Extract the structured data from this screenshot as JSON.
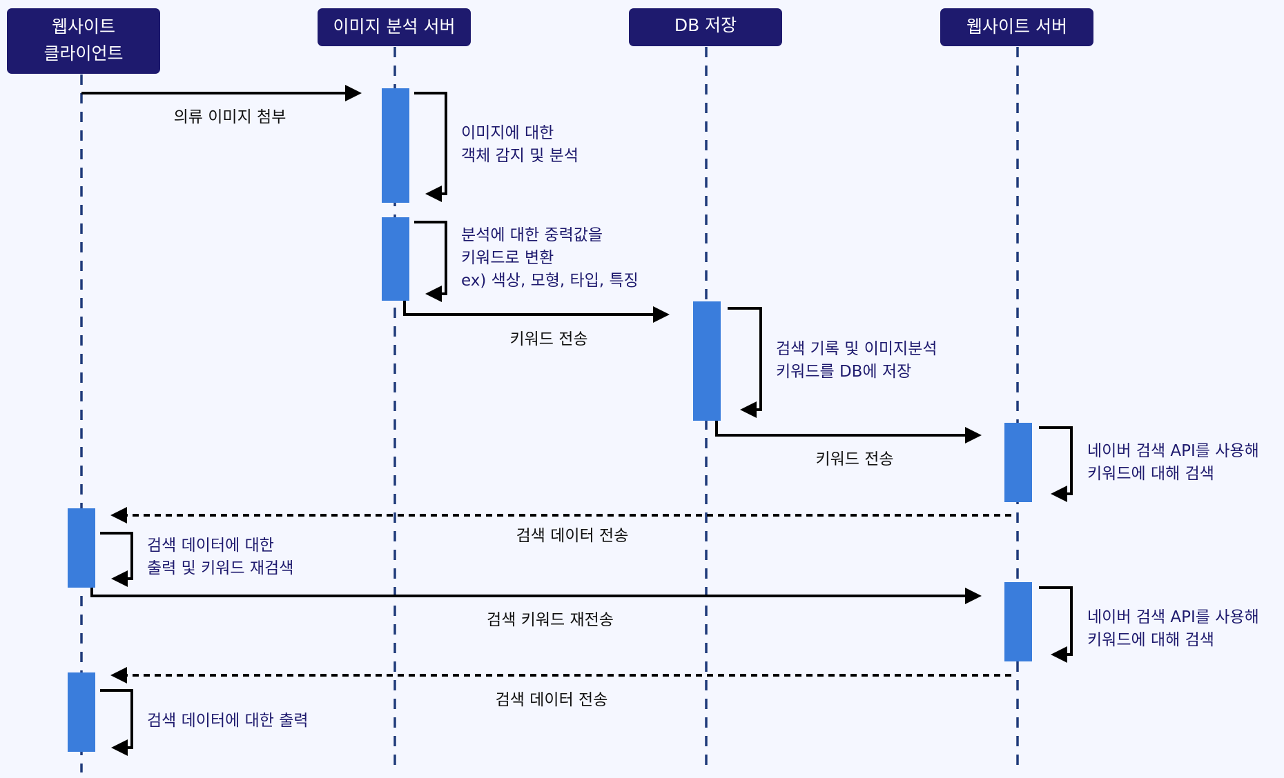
{
  "participants": [
    {
      "id": "client",
      "label_lines": [
        "웹사이트",
        "클라이언트"
      ]
    },
    {
      "id": "analysis",
      "label_lines": [
        "이미지 분석 서버"
      ]
    },
    {
      "id": "db",
      "label_lines": [
        "DB 저장"
      ]
    },
    {
      "id": "web",
      "label_lines": [
        "웹사이트 서버"
      ]
    }
  ],
  "messages": [
    {
      "id": "m1",
      "label": "의류 이미지 첨부",
      "style": "solid"
    },
    {
      "id": "m2",
      "label": "키워드 전송",
      "style": "solid"
    },
    {
      "id": "m3",
      "label": "키워드 전송",
      "style": "solid"
    },
    {
      "id": "m4",
      "label": "검색 데이터 전송",
      "style": "dashed"
    },
    {
      "id": "m5",
      "label": "검색 키워드 재전송",
      "style": "solid"
    },
    {
      "id": "m6",
      "label": "검색 데이터 전송",
      "style": "dashed"
    }
  ],
  "self_notes": [
    {
      "id": "n1",
      "lines": [
        "이미지에 대한",
        "객체 감지 및 분석"
      ]
    },
    {
      "id": "n2",
      "lines": [
        "분석에 대한 중력값을",
        "키워드로 변환",
        "ex) 색상, 모형, 타입, 특징"
      ]
    },
    {
      "id": "n3",
      "lines": [
        "검색 기록 및 이미지분석",
        "키워드를 DB에 저장"
      ]
    },
    {
      "id": "n4",
      "lines": [
        "네이버 검색 API를 사용해",
        "키워드에 대해 검색"
      ]
    },
    {
      "id": "n5",
      "lines": [
        "검색 데이터에 대한",
        "출력 및 키워드 재검색"
      ]
    },
    {
      "id": "n6",
      "lines": [
        "네이버 검색 API를 사용해",
        "키워드에 대해 검색"
      ]
    },
    {
      "id": "n7",
      "lines": [
        "검색 데이터에 대한 출력"
      ]
    }
  ],
  "colors": {
    "background": "#f5f7ff",
    "participant_fill": "#1e1a6e",
    "participant_text": "#ffffff",
    "lifeline": "#1f3a7a",
    "activation": "#3a7ddc",
    "arrow": "#000000",
    "message_text": "#111111",
    "note_text": "#1e1a6e"
  }
}
